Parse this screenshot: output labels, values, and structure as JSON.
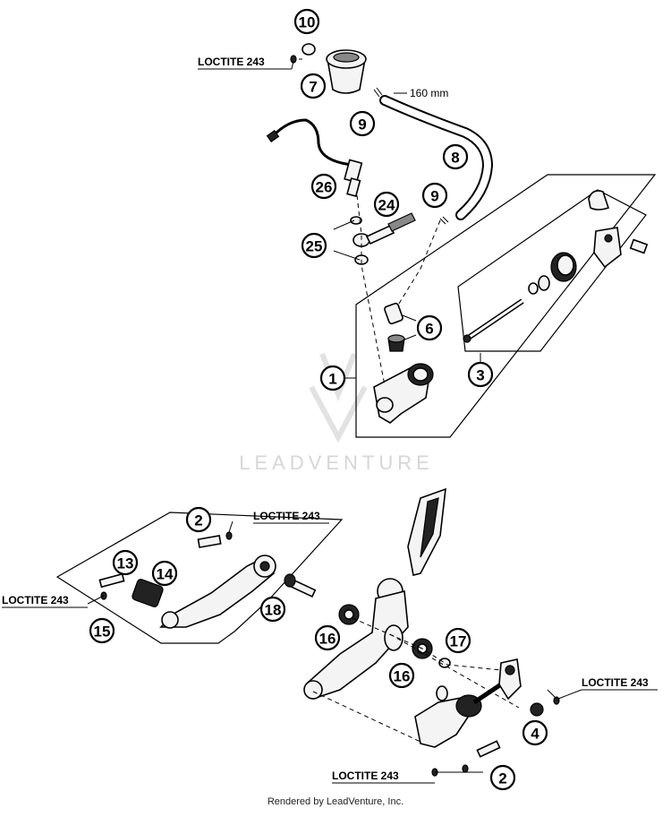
{
  "watermark": "LEADVENTURE",
  "footer": "Rendered by LeadVenture, Inc.",
  "hose_length": "160 mm",
  "loctite_label": "LOCTITE 243",
  "callouts": {
    "n1": "1",
    "n2a": "2",
    "n2b": "2",
    "n3": "3",
    "n4": "4",
    "n6": "6",
    "n7": "7",
    "n8": "8",
    "n9a": "9",
    "n9b": "9",
    "n10": "10",
    "n13": "13",
    "n14": "14",
    "n15": "15",
    "n16a": "16",
    "n16b": "16",
    "n17": "17",
    "n18": "18",
    "n24": "24",
    "n25": "25",
    "n26": "26"
  }
}
